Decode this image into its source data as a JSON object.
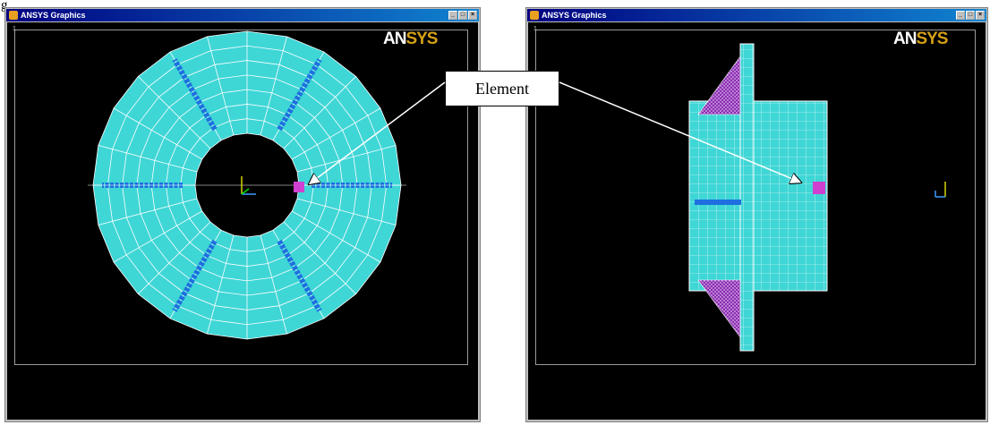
{
  "figure": {
    "letter": "g"
  },
  "windows": [
    {
      "id": "left",
      "title": "ANSYS Graphics",
      "window_number": "1",
      "logo_an": "AN",
      "logo_sys": "SYS"
    },
    {
      "id": "right",
      "title": "ANSYS Graphics",
      "window_number": "1",
      "logo_an": "AN",
      "logo_sys": "SYS"
    }
  ],
  "callout": {
    "label": "Element"
  },
  "colors": {
    "mesh_fill": "#3fd6d6",
    "mesh_line": "#ffffff",
    "highlight_element": "#d040d0",
    "support_fill": "#a040c0",
    "dense_mesh": "#1f6fe0",
    "logo_sys": "#d4a017",
    "background": "#000000"
  },
  "icons": {
    "app": "ansys-app-icon",
    "minimize": "minimize-icon",
    "maximize": "maximize-icon",
    "close": "close-icon"
  }
}
